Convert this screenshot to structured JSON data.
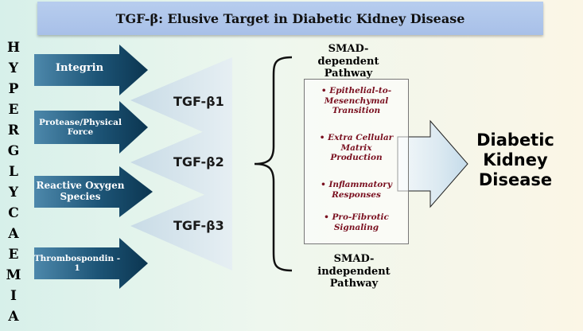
{
  "title": "TGF-β: Elusive Target in Diabetic Kidney Disease",
  "side_label_letters": [
    "H",
    "Y",
    "P",
    "E",
    "R",
    "G",
    "L",
    "Y",
    "C",
    "A",
    "E",
    "M",
    "I",
    "A"
  ],
  "inputs": [
    {
      "label_lines": [
        "Integrin"
      ]
    },
    {
      "label_lines": [
        "Protease/Physical",
        "Force"
      ]
    },
    {
      "label_lines": [
        "Reactive Oxygen",
        "Species"
      ]
    },
    {
      "label_lines": [
        "Thrombospondin -",
        "1"
      ]
    }
  ],
  "isoforms": [
    "TGF-β1",
    "TGF-β2",
    "TGF-β3"
  ],
  "pathways": {
    "smad_dependent": [
      "SMAD-dependent",
      "Pathway"
    ],
    "smad_independent": [
      "SMAD-independent",
      "Pathway"
    ]
  },
  "effects": [
    {
      "lines": [
        "Epithelial-to-",
        "Mesenchymal",
        "Transition"
      ]
    },
    {
      "lines": [
        "Extra Cellular",
        "Matrix",
        "Production"
      ]
    },
    {
      "lines": [
        "Inflammatory",
        "Responses"
      ]
    },
    {
      "lines": [
        "Pro-Fibrotic",
        "Signaling"
      ]
    }
  ],
  "bullet": "•",
  "outcome_lines": [
    "Diabetic",
    "Kidney",
    "Disease"
  ],
  "colors": {
    "arrow_dark": "#0e3a58",
    "arrow_light": "#4a86aa",
    "effect_text": "#7a1020",
    "title_bg": "#b0c7ec"
  }
}
